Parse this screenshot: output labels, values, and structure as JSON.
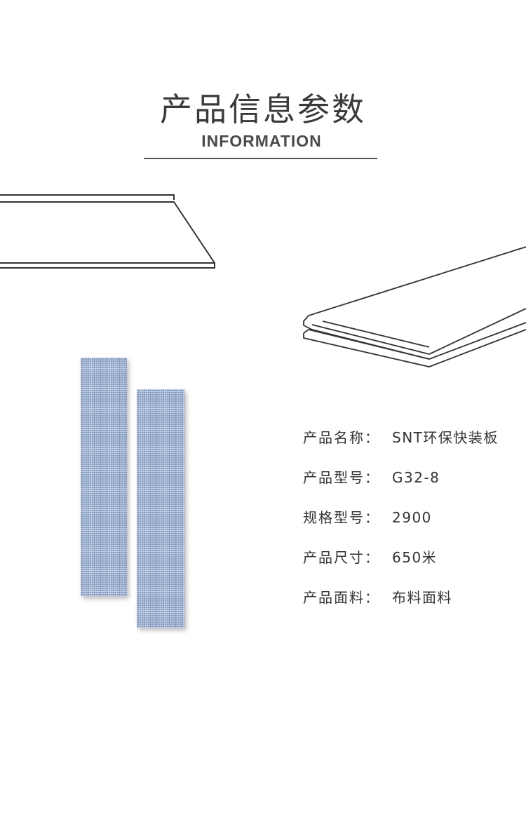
{
  "header": {
    "title_cn": "产品信息参数",
    "title_en": "INFORMATION"
  },
  "specs": [
    {
      "label": "产品名称：",
      "value": "SNT环保快装板"
    },
    {
      "label": "产品型号：",
      "value": "G32-8"
    },
    {
      "label": "规格型号：",
      "value": "2900"
    },
    {
      "label": "产品尺寸：",
      "value": "650米"
    },
    {
      "label": "产品面料：",
      "value": "布料面料"
    }
  ],
  "colors": {
    "text": "#333333",
    "line": "#555555",
    "swatch": "#8a9fc4"
  }
}
